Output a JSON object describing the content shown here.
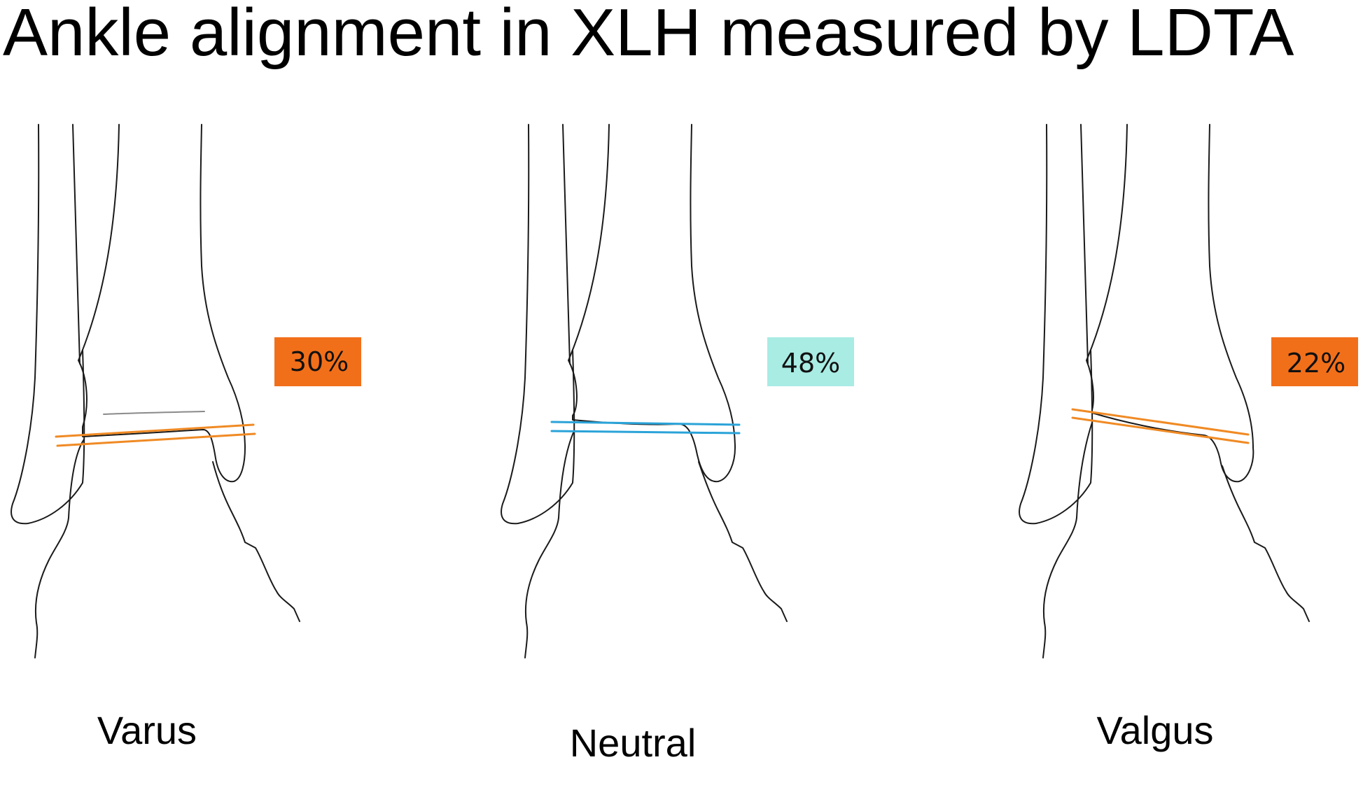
{
  "title": "Ankle alignment in XLH measured by LDTA",
  "colors": {
    "varus_valgus_badge": "#f26f1a",
    "neutral_badge": "#a9ece4",
    "varus_valgus_line": "#f08a24",
    "neutral_line": "#2aa3d8"
  },
  "panels": [
    {
      "label": "Varus",
      "percent": "30%",
      "percent_value": 30,
      "alignment": "varus",
      "badge_color": "#f26f1a",
      "line_color": "#f08a24"
    },
    {
      "label": "Neutral",
      "percent": "48%",
      "percent_value": 48,
      "alignment": "neutral",
      "badge_color": "#a9ece4",
      "line_color": "#2aa3d8"
    },
    {
      "label": "Valgus",
      "percent": "22%",
      "percent_value": 22,
      "alignment": "valgus",
      "badge_color": "#f26f1a",
      "line_color": "#f08a24"
    }
  ]
}
